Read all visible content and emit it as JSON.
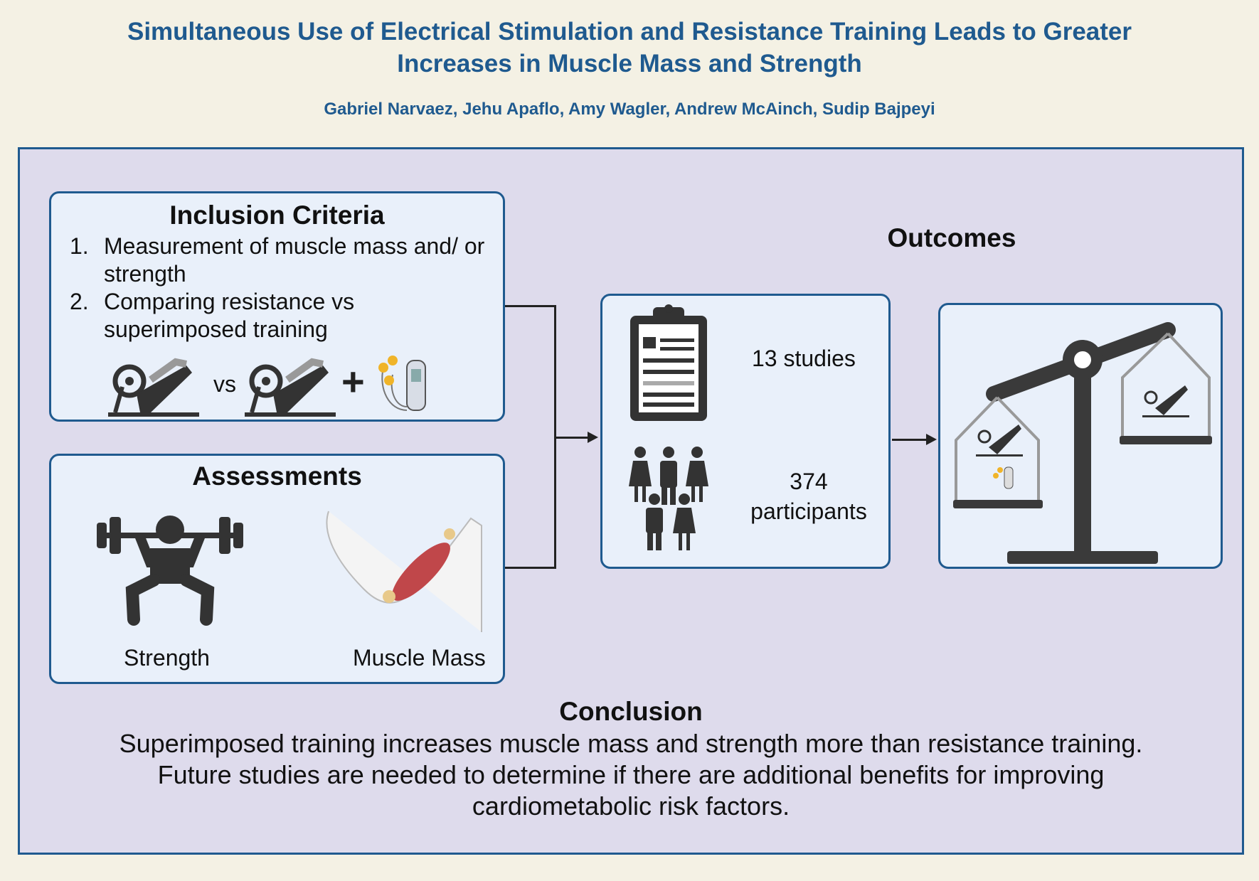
{
  "title": {
    "line1": "Simultaneous Use of Electrical Stimulation and Resistance Training Leads to Greater",
    "line2": "Increases in Muscle Mass and Strength"
  },
  "authors": "Gabriel Narvaez, Jehu Apaflo, Amy Wagler, Andrew McAinch, Sudip Bajpeyi",
  "inclusion": {
    "heading": "Inclusion Criteria",
    "items": [
      {
        "num": "1.",
        "text": "Measurement of muscle mass and/ or strength"
      },
      {
        "num": "2.",
        "text": "Comparing resistance vs superimposed training"
      }
    ],
    "vs": "vs",
    "plus": "+"
  },
  "assessments": {
    "heading": "Assessments",
    "strength": "Strength",
    "muscle_mass": "Muscle Mass"
  },
  "outcomes": {
    "heading": "Outcomes",
    "studies": "13 studies",
    "participants_count": "374",
    "participants_label": "participants"
  },
  "conclusion": {
    "heading": "Conclusion",
    "lines": [
      "Superimposed training increases muscle mass and strength more than resistance training.",
      "Future studies are needed to determine if there are additional benefits for improving",
      "cardiometabolic risk factors."
    ]
  },
  "colors": {
    "accent": "#1f5a8f",
    "panel": "#dedbec",
    "card": "#e9f0fa",
    "electrode": "#f0b429",
    "muscle": "#c0474a"
  }
}
